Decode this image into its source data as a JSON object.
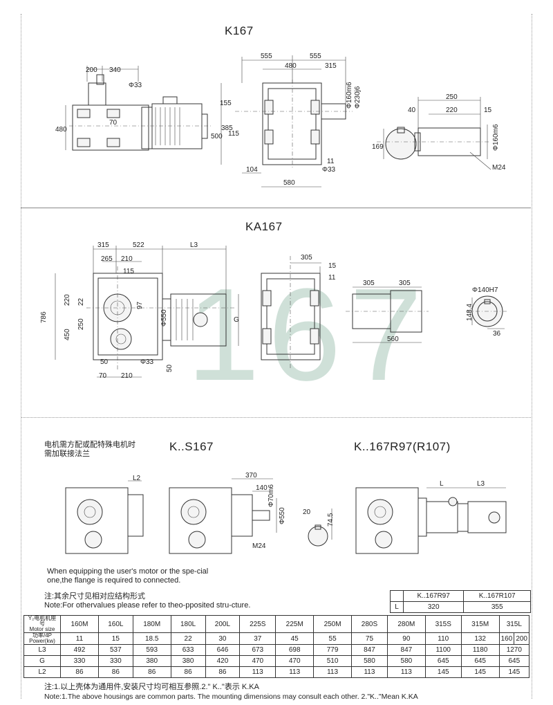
{
  "sections": {
    "k167": {
      "title": "K167"
    },
    "ka167": {
      "title": "KA167"
    },
    "ks167": {
      "title": "K..S167"
    },
    "kr": {
      "title": "K..167R97(R107)"
    }
  },
  "watermark": "167",
  "dims": {
    "k167_left": [
      "200",
      "340",
      "Φ33",
      "480",
      "70"
    ],
    "k167_mid": [
      "555",
      "555",
      "480",
      "315",
      "155",
      "500",
      "385",
      "115",
      "104",
      "580",
      "11",
      "Φ33",
      "Φ160m6",
      "Φ230j6"
    ],
    "k167_right": [
      "250",
      "40",
      "220",
      "15",
      "Φ160m6",
      "169",
      "M24"
    ],
    "ka167_left": [
      "315",
      "522",
      "L3",
      "265",
      "210",
      "115",
      "220",
      "22",
      "786",
      "250",
      "450",
      "97",
      "Φ550",
      "G",
      "50",
      "Φ33",
      "50",
      "70",
      "210"
    ],
    "ka167_mid": [
      "305",
      "15",
      "11"
    ],
    "ka167_right": [
      "305",
      "305",
      "560",
      "Φ140H7",
      "148.4",
      "36"
    ],
    "ks_left": [
      "L2"
    ],
    "ks_mid": [
      "370",
      "140",
      "Φ70m6",
      "Φ550",
      "M24",
      "20",
      "74.5"
    ],
    "kr": [
      "L",
      "L3"
    ]
  },
  "notes": {
    "cn_motor": "电机需方配或配特殊电机时\n需加联接法兰",
    "en_motor": "When equipping the user's motor or the spe-cial\none,the flange is required to connected.",
    "cn_other": "注:其余尺寸见相对应结构形式",
    "en_other": "Note:For othervalues please refer to theo-pposited stru-cture.",
    "cn_foot": "注:1.以上壳体为通用件,安装尺寸均可相互参照.2.\" K..\"表示 K.KA",
    "en_foot": "Note:1.The above housings are common parts. The mounting dimensions may consult each other.  2.\"K..\"Mean K.KA"
  },
  "l_table": {
    "headers": [
      "K..167R97",
      "K..167R107"
    ],
    "row_label": "L",
    "values": [
      "320",
      "355"
    ]
  },
  "spec_table": {
    "motor_label_cn": "Y₂电机机座号",
    "motor_label_en": "Motor size",
    "power_label_cn": "功率/4P",
    "power_label_en": "Power(kw)",
    "motor_sizes": [
      "160M",
      "160L",
      "180M",
      "180L",
      "200L",
      "225S",
      "225M",
      "250M",
      "280S",
      "280M",
      "315S",
      "315M",
      "315L"
    ],
    "power": [
      "11",
      "15",
      "18.5",
      "22",
      "30",
      "37",
      "45",
      "55",
      "75",
      "90",
      "110",
      "132",
      "160",
      "200"
    ],
    "rows": [
      {
        "label": "L3",
        "values": [
          "492",
          "537",
          "593",
          "633",
          "646",
          "673",
          "698",
          "779",
          "847",
          "847",
          "1100",
          "1180",
          "1270"
        ]
      },
      {
        "label": "G",
        "values": [
          "330",
          "330",
          "380",
          "380",
          "420",
          "470",
          "470",
          "510",
          "580",
          "580",
          "645",
          "645",
          "645"
        ]
      },
      {
        "label": "L2",
        "values": [
          "86",
          "86",
          "86",
          "86",
          "86",
          "113",
          "113",
          "113",
          "113",
          "113",
          "145",
          "145",
          "145"
        ]
      }
    ]
  }
}
